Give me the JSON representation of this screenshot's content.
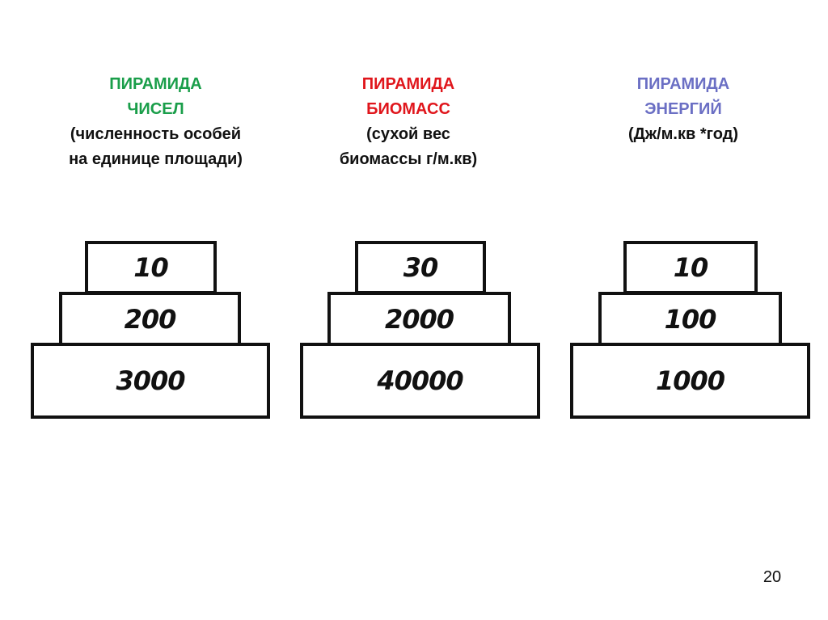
{
  "pyramids": [
    {
      "line1": "ПИРАМИДА",
      "line2": "ЧИСЕЛ",
      "subtitle_lines": [
        "(численность особей",
        "на единице площади)"
      ],
      "color": "#1a9e4a",
      "tiers": [
        "10",
        "200",
        "3000"
      ]
    },
    {
      "line1": "ПИРАМИДА",
      "line2": "БИОМАСС",
      "subtitle_lines": [
        "(сухой вес",
        "биомассы г/м.кв)"
      ],
      "color": "#e0161c",
      "tiers": [
        "30",
        "2000",
        "40000"
      ]
    },
    {
      "line1": "ПИРАМИДА",
      "line2": "ЭНЕРГИЙ",
      "subtitle_lines": [
        "(Дж/м.кв *год)"
      ],
      "color": "#6b6fc4",
      "tiers": [
        "10",
        "100",
        "1000"
      ]
    }
  ],
  "page_number": "20"
}
